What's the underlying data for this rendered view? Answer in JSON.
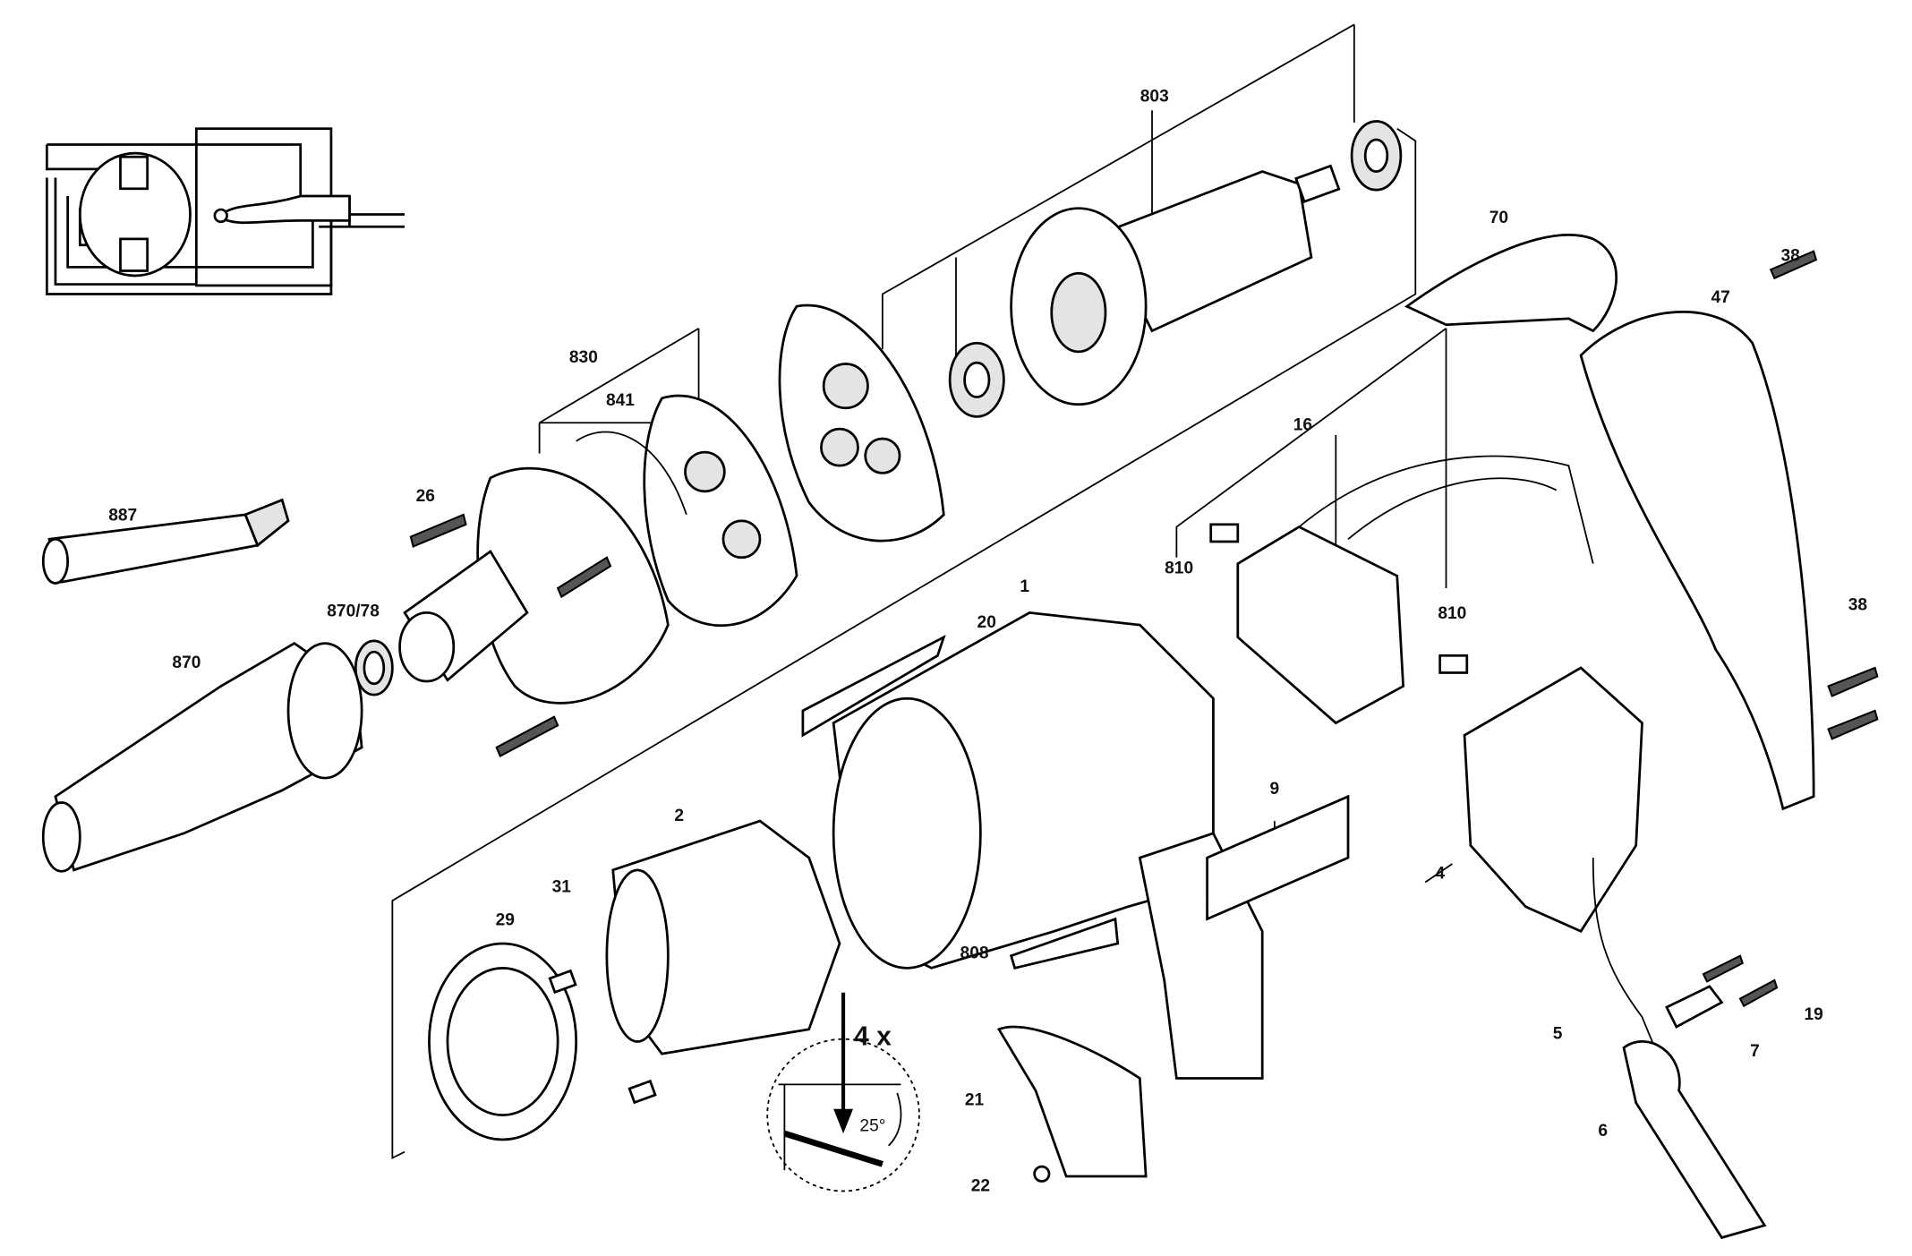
{
  "diagram": {
    "title": "Exploded parts view - drywall screwdriver",
    "callouts": [
      {
        "id": "803",
        "text": "803"
      },
      {
        "id": "70",
        "text": "70"
      },
      {
        "id": "47",
        "text": "47"
      },
      {
        "id": "38a",
        "text": "38"
      },
      {
        "id": "830",
        "text": "830"
      },
      {
        "id": "841",
        "text": "841"
      },
      {
        "id": "26",
        "text": "26"
      },
      {
        "id": "887",
        "text": "887"
      },
      {
        "id": "870_78",
        "text": "870/78"
      },
      {
        "id": "870",
        "text": "870"
      },
      {
        "id": "16",
        "text": "16"
      },
      {
        "id": "810a",
        "text": "810"
      },
      {
        "id": "810b",
        "text": "810"
      },
      {
        "id": "1",
        "text": "1"
      },
      {
        "id": "20",
        "text": "20"
      },
      {
        "id": "38b",
        "text": "38"
      },
      {
        "id": "9",
        "text": "9"
      },
      {
        "id": "2",
        "text": "2"
      },
      {
        "id": "31",
        "text": "31"
      },
      {
        "id": "29",
        "text": "29"
      },
      {
        "id": "4",
        "text": "4"
      },
      {
        "id": "808",
        "text": "808"
      },
      {
        "id": "5",
        "text": "5"
      },
      {
        "id": "7",
        "text": "7"
      },
      {
        "id": "19",
        "text": "19"
      },
      {
        "id": "21",
        "text": "21"
      },
      {
        "id": "6",
        "text": "6"
      },
      {
        "id": "22",
        "text": "22"
      }
    ],
    "detail": {
      "quantity": "4 x",
      "angle": "25°"
    }
  }
}
